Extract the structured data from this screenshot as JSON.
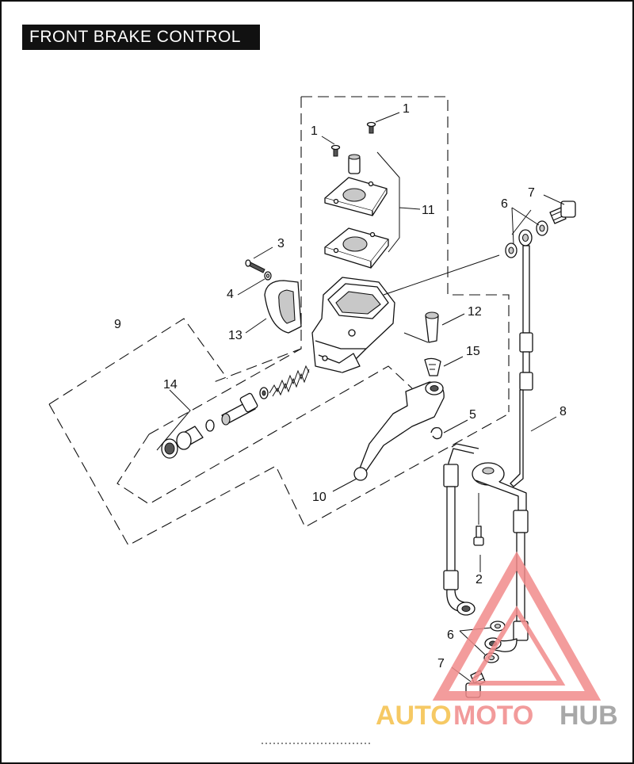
{
  "title": "FRONT BRAKE CONTROL",
  "callouts": {
    "c1a": "1",
    "c1b": "1",
    "c2": "2",
    "c3": "3",
    "c4": "4",
    "c5": "5",
    "c6a": "6",
    "c6b": "6",
    "c7a": "7",
    "c7b": "7",
    "c8": "8",
    "c9": "9",
    "c10": "10",
    "c11": "11",
    "c12": "12",
    "c13": "13",
    "c14": "14",
    "c15": "15"
  },
  "watermark": {
    "part1": "AUTO",
    "part2": "MOTO",
    "part3": "HUB",
    "colors": {
      "auto": "#f5c04a",
      "moto": "#f08a8a",
      "hub": "#9a9a9a",
      "triangle": "#f28b8b"
    }
  }
}
